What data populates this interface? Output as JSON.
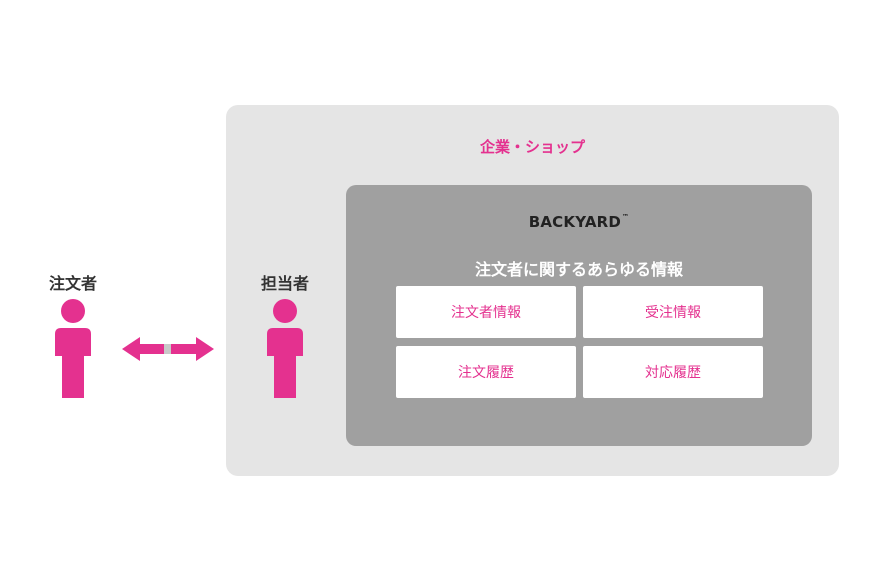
{
  "customer": {
    "label": "注文者"
  },
  "staff": {
    "label": "担当者"
  },
  "company": {
    "label": "企業・ショップ"
  },
  "system": {
    "brand": "BACKYARD",
    "trademark": "™",
    "heading": "注文者に関するあらゆる情報",
    "cells": [
      "注文者情報",
      "受注情報",
      "注文履歴",
      "対応履歴"
    ]
  },
  "colors": {
    "accent": "#e4318f",
    "outer_box": "#e5e5e5",
    "inner_box": "#a0a0a0",
    "arrow_connector": "#c9c9c9"
  },
  "icons": [
    "person-icon",
    "double-arrow-icon"
  ]
}
